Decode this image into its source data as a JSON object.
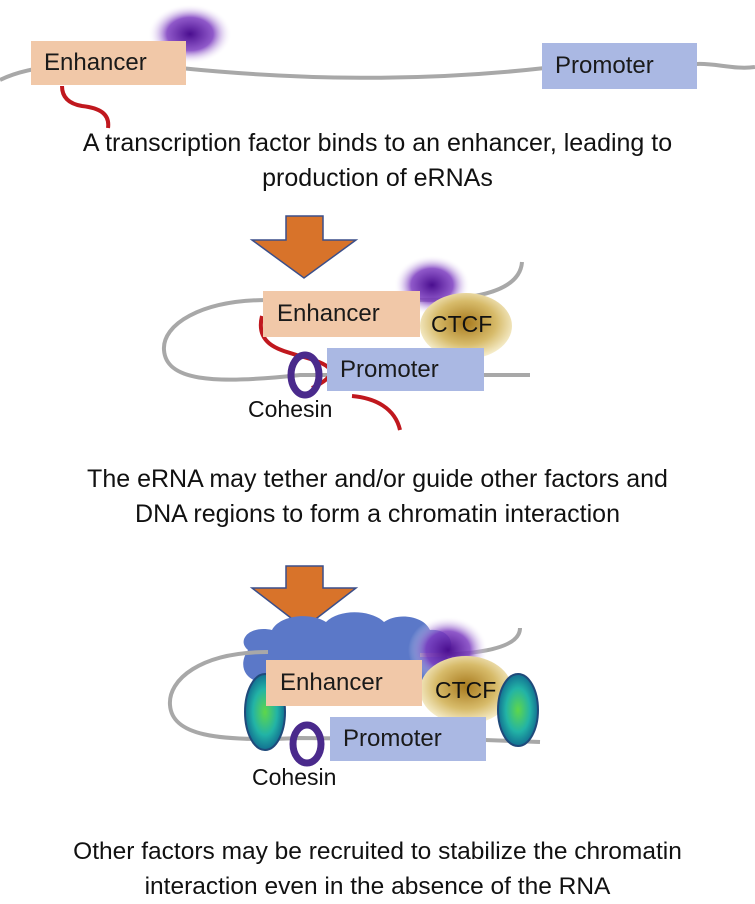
{
  "panels": [
    {
      "enhancer_label": "Enhancer",
      "promoter_label": "Promoter",
      "caption": [
        "A transcription factor binds to an enhancer, leading to",
        "production of eRNAs"
      ]
    },
    {
      "enhancer_label": "Enhancer",
      "promoter_label": "Promoter",
      "ctcf_label": "CTCF",
      "cohesin_label": "Cohesin",
      "caption": [
        "The eRNA may tether and/or guide other factors and",
        "DNA regions  to form a chromatin interaction"
      ]
    },
    {
      "enhancer_label": "Enhancer",
      "promoter_label": "Promoter",
      "ctcf_label": "CTCF",
      "cohesin_label": "Cohesin",
      "caption": [
        "Other factors may be recruited to stabilize the chromatin",
        "interaction even in the absence of the RNA"
      ]
    }
  ],
  "colors": {
    "dna": "#a8a8a8",
    "erna": "#c0181e",
    "enhancer": "#f1c8a8",
    "promoter": "#aab8e3",
    "arrow": "#d8732a",
    "arrow_outline": "#3b4f8a",
    "cohesin": "#4a2a8c",
    "transcription_factor": "#5a1a9a",
    "ctcf": "#b8902a",
    "cloud": "#5b78c8",
    "stabilizer": "#1ea8a0"
  }
}
